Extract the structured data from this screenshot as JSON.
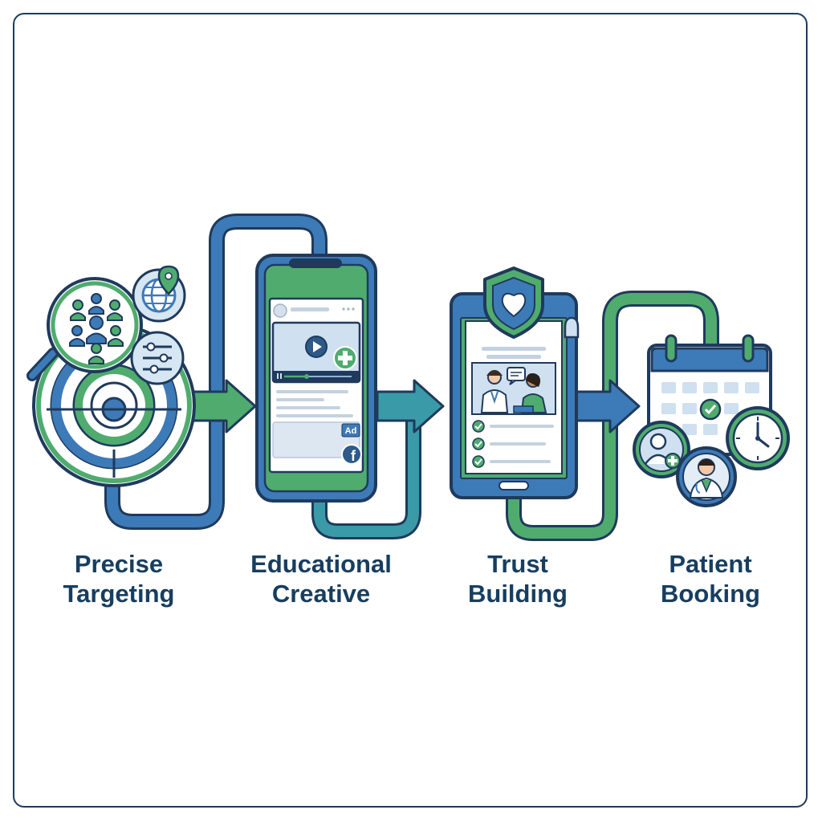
{
  "steps": [
    {
      "line1": "Precise",
      "line2": "Targeting"
    },
    {
      "line1": "Educational",
      "line2": "Creative"
    },
    {
      "line1": "Trust",
      "line2": "Building"
    },
    {
      "line1": "Patient",
      "line2": "Booking"
    }
  ],
  "ad_badge": "Ad",
  "social_badge": "f",
  "colors": {
    "outline": "#1f3a5c",
    "blue": "#3d7ab8",
    "blue_light": "#cfe0f0",
    "green": "#4fac6e",
    "green_light": "#d6eedb",
    "teal": "#3a9aa8",
    "text": "#173e60"
  },
  "icons": [
    "magnifier-icon",
    "audience-icon",
    "target-icon",
    "globe-icon",
    "location-pin-icon",
    "sliders-icon",
    "smartphone-icon",
    "play-icon",
    "plus-icon",
    "facebook-icon",
    "tablet-icon",
    "shield-heart-icon",
    "doctor-patient-icon",
    "checkmark-icon",
    "calendar-icon",
    "clock-icon",
    "add-user-icon",
    "doctor-avatar-icon"
  ]
}
